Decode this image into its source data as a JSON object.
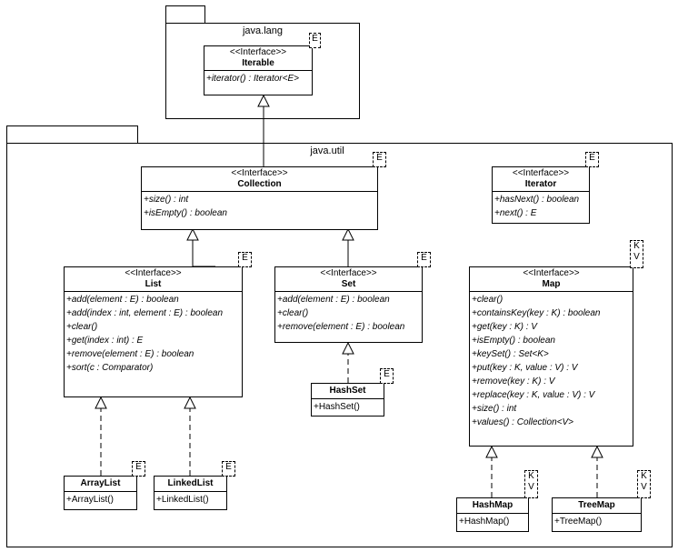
{
  "packages": {
    "java_lang": {
      "title": "java.lang"
    },
    "java_util": {
      "title": "java.util"
    }
  },
  "stereotype": "<<Interface>>",
  "classes": {
    "iterable": {
      "name": "Iterable",
      "tparams": [
        "E"
      ],
      "ops": [
        "+iterator() : Iterator<E>"
      ]
    },
    "collection": {
      "name": "Collection",
      "tparams": [
        "E"
      ],
      "ops": [
        "+size() : int",
        "+isEmpty() : boolean"
      ]
    },
    "iterator": {
      "name": "Iterator",
      "tparams": [
        "E"
      ],
      "ops": [
        "+hasNext() : boolean",
        "+next() : E"
      ]
    },
    "list": {
      "name": "List",
      "tparams": [
        "E"
      ],
      "ops": [
        "+add(element : E) : boolean",
        "+add(index : int, element : E) : boolean",
        "+clear()",
        "+get(index : int) : E",
        "+remove(element : E) : boolean",
        "+sort(c : Comparator)"
      ]
    },
    "set": {
      "name": "Set",
      "tparams": [
        "E"
      ],
      "ops": [
        "+add(element : E) : boolean",
        "+clear()",
        "+remove(element : E) : boolean"
      ]
    },
    "map": {
      "name": "Map",
      "tparams": [
        "K",
        "V"
      ],
      "ops": [
        "+clear()",
        "+containsKey(key : K) : boolean",
        "+get(key : K) : V",
        "+isEmpty() : boolean",
        "+keySet() : Set<K>",
        "+put(key : K, value : V) : V",
        "+remove(key : K) : V",
        "+replace(key : K, value : V) : V",
        "+size() : int",
        "+values() : Collection<V>"
      ]
    },
    "hashset": {
      "name": "HashSet",
      "tparams": [
        "E"
      ],
      "ops": [
        "+HashSet()"
      ]
    },
    "arraylist": {
      "name": "ArrayList",
      "tparams": [
        "E"
      ],
      "ops": [
        "+ArrayList()"
      ]
    },
    "linkedlist": {
      "name": "LinkedList",
      "tparams": [
        "E"
      ],
      "ops": [
        "+LinkedList()"
      ]
    },
    "hashmap": {
      "name": "HashMap",
      "tparams": [
        "K",
        "V"
      ],
      "ops": [
        "+HashMap()"
      ]
    },
    "treemap": {
      "name": "TreeMap",
      "tparams": [
        "K",
        "V"
      ],
      "ops": [
        "+TreeMap()"
      ]
    }
  }
}
